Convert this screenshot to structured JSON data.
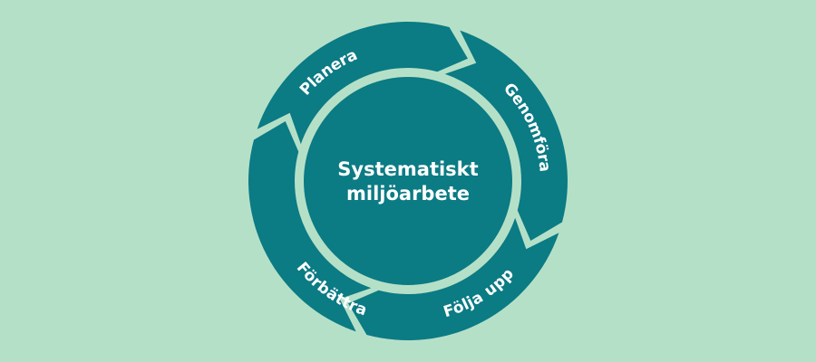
{
  "diagram": {
    "center": {
      "line1": "Systematiskt",
      "line2": "miljöarbete"
    },
    "steps": [
      {
        "id": "planera",
        "label": "Planera"
      },
      {
        "id": "genomfora",
        "label": "Genomföra"
      },
      {
        "id": "folja-upp",
        "label": "Följa upp"
      },
      {
        "id": "forbattra",
        "label": "Förbättra"
      }
    ],
    "colors": {
      "background": "#b5e0c8",
      "segment": "#0b7b84",
      "text": "#ffffff"
    }
  }
}
